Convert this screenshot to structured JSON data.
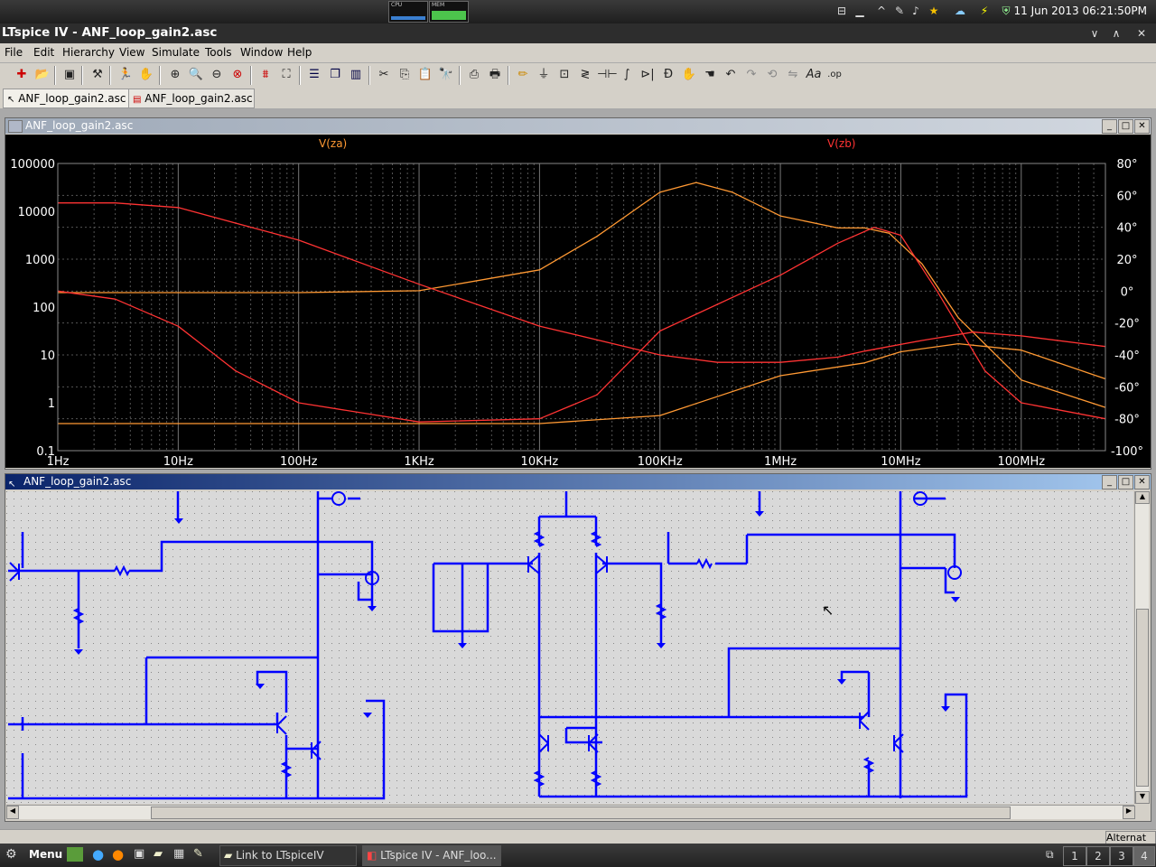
{
  "system_bar": {
    "cpu_label": "CPU",
    "mem_label": "MEM",
    "clock": "11 Jun 2013 06:21:50PM"
  },
  "window": {
    "title": "LTspice IV - ANF_loop_gain2.asc",
    "controls": [
      "∨",
      "∧",
      "✕"
    ]
  },
  "menu": [
    "File",
    "Edit",
    "Hierarchy",
    "View",
    "Simulate",
    "Tools",
    "Window",
    "Help"
  ],
  "toolbar_icons": [
    "new-schematic-icon",
    "open-icon",
    "save-icon",
    "control-panel-icon",
    "run-icon",
    "halt-icon",
    "zoom-in-icon",
    "zoom-area-icon",
    "zoom-out-icon",
    "zoom-cancel-icon",
    "autorange-icon",
    "zoom-fit-icon",
    "tile-horizontal-icon",
    "cascade-icon",
    "tile-vertical-icon",
    "cut-icon",
    "copy-icon",
    "paste-icon",
    "find-icon",
    "print-preview-icon",
    "print-icon",
    "wire-icon",
    "ground-icon",
    "label-icon",
    "resistor-icon",
    "capacitor-icon",
    "inductor-icon",
    "diode-icon",
    "component-icon",
    "move-icon",
    "drag-icon",
    "undo-icon",
    "redo-icon",
    "rotate-icon",
    "mirror-icon",
    "text-icon",
    "spice-directive-icon"
  ],
  "tabs": [
    {
      "label": "ANF_loop_gain2.asc",
      "icon": "schematic-tab-icon"
    },
    {
      "label": "ANF_loop_gain2.asc",
      "icon": "waveform-tab-icon"
    }
  ],
  "plot_window": {
    "title": "ANF_loop_gain2.asc",
    "trace_labels": [
      {
        "text": "V(za)",
        "color": "#ff9933"
      },
      {
        "text": "V(zb)",
        "color": "#ff3333"
      }
    ]
  },
  "schematic_window": {
    "title": "ANF_loop_gain2.asc"
  },
  "chart_data": {
    "type": "line",
    "xscale": "log",
    "xlim": [
      1,
      500000000
    ],
    "x_ticks": [
      "1Hz",
      "10Hz",
      "100Hz",
      "1KHz",
      "10KHz",
      "100KHz",
      "1MHz",
      "10MHz",
      "100MHz"
    ],
    "yscale_left": "log",
    "ylim_left": [
      0.1,
      100000
    ],
    "y_ticks_left": [
      "100000",
      "10000",
      "1000",
      "100",
      "10",
      "1",
      "0.1"
    ],
    "ylim_right": [
      -100,
      80
    ],
    "y_ticks_right": [
      "80°",
      "60°",
      "40°",
      "20°",
      "0°",
      "-20°",
      "-40°",
      "-60°",
      "-80°",
      "-100°"
    ],
    "grid": true,
    "background": "#000000",
    "series": [
      {
        "name": "V(za)",
        "color": "#ff9933",
        "axis": "left",
        "x": [
          1,
          10,
          100,
          1000,
          10000,
          30000,
          100000,
          200000,
          400000,
          1000000,
          3000000,
          5000000,
          8000000,
          15000000,
          30000000,
          100000000,
          500000000
        ],
        "y": [
          200,
          200,
          200,
          220,
          600,
          3000,
          25000,
          40000,
          25000,
          8000,
          4500,
          4500,
          3500,
          800,
          60,
          3,
          0.8
        ]
      },
      {
        "name": "V(za) phase",
        "color": "#ff9933",
        "axis": "right",
        "x": [
          1,
          10,
          100,
          1000,
          10000,
          100000,
          1000000,
          5000000,
          10000000,
          30000000,
          100000000,
          500000000
        ],
        "y": [
          -83,
          -83,
          -83,
          -83,
          -83,
          -78,
          -53,
          -45,
          -38,
          -33,
          -37,
          -55
        ]
      },
      {
        "name": "V(zb)",
        "color": "#ff3333",
        "axis": "left",
        "x": [
          1,
          3,
          10,
          100,
          1000,
          10000,
          100000,
          300000,
          1000000,
          3000000,
          5000000,
          8000000,
          15000000,
          40000000,
          100000000,
          500000000
        ],
        "y": [
          15000,
          15000,
          12000,
          2500,
          300,
          40,
          10,
          7,
          7,
          9,
          12,
          15,
          20,
          30,
          25,
          15
        ]
      },
      {
        "name": "V(zb) phase",
        "color": "#ff3333",
        "axis": "right",
        "x": [
          1,
          3,
          10,
          30,
          100,
          1000,
          10000,
          30000,
          100000,
          1000000,
          3000000,
          6000000,
          10000000,
          20000000,
          50000000,
          100000000,
          500000000
        ],
        "y": [
          0,
          -5,
          -22,
          -50,
          -70,
          -82,
          -80,
          -65,
          -25,
          10,
          30,
          40,
          35,
          0,
          -50,
          -70,
          -80
        ]
      }
    ]
  },
  "status": {
    "right_text": "Alternat"
  },
  "taskbar": {
    "menu_label": "Menu",
    "tasks": [
      "Link to LTspiceIV",
      "LTspice IV - ANF_loo..."
    ],
    "workspaces": [
      "1",
      "2",
      "3",
      "4"
    ]
  }
}
